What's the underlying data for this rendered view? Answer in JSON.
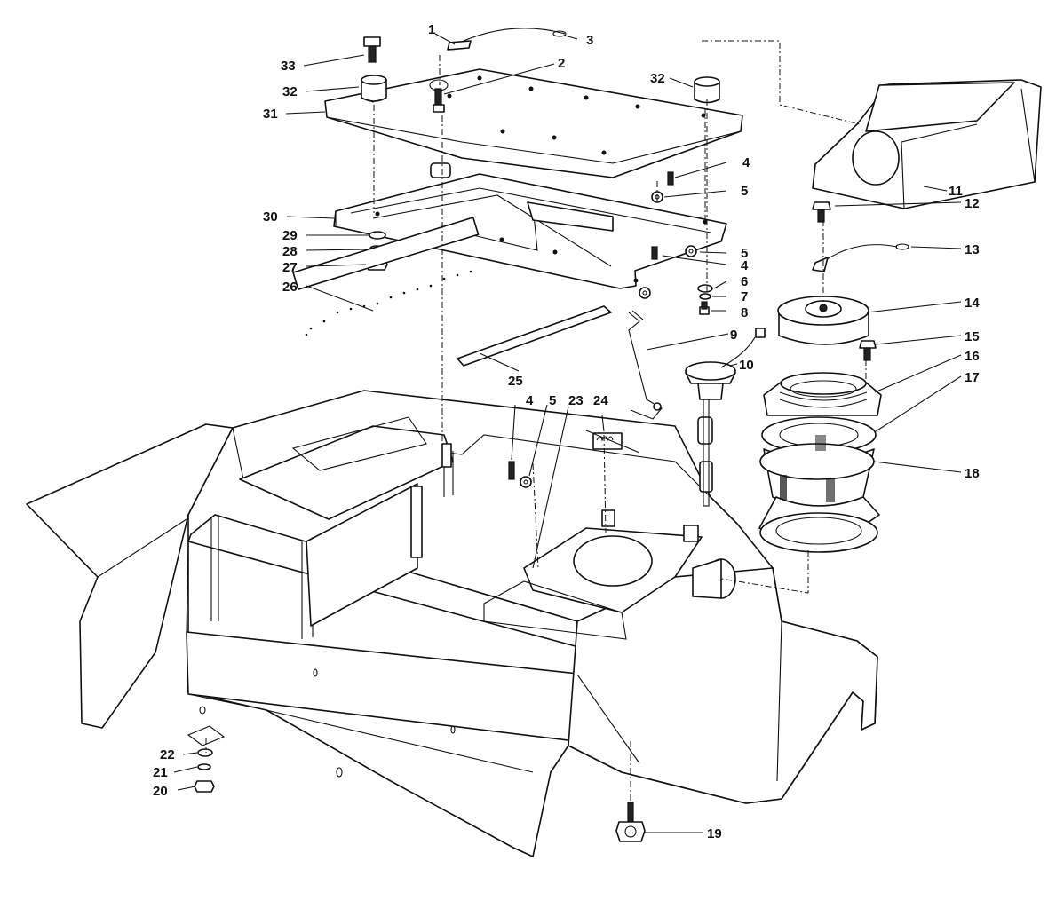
{
  "parts": [
    {
      "key": "p1",
      "number": "1"
    },
    {
      "key": "p2",
      "number": "2"
    },
    {
      "key": "p3",
      "number": "3"
    },
    {
      "key": "p4a",
      "number": "4"
    },
    {
      "key": "p4b",
      "number": "4"
    },
    {
      "key": "p4c",
      "number": "4"
    },
    {
      "key": "p5a",
      "number": "5"
    },
    {
      "key": "p5b",
      "number": "5"
    },
    {
      "key": "p5c",
      "number": "5"
    },
    {
      "key": "p6",
      "number": "6"
    },
    {
      "key": "p7",
      "number": "7"
    },
    {
      "key": "p8",
      "number": "8"
    },
    {
      "key": "p9",
      "number": "9"
    },
    {
      "key": "p10",
      "number": "10"
    },
    {
      "key": "p11",
      "number": "11"
    },
    {
      "key": "p12",
      "number": "12"
    },
    {
      "key": "p13",
      "number": "13"
    },
    {
      "key": "p14",
      "number": "14"
    },
    {
      "key": "p15",
      "number": "15"
    },
    {
      "key": "p16",
      "number": "16"
    },
    {
      "key": "p17",
      "number": "17"
    },
    {
      "key": "p18",
      "number": "18"
    },
    {
      "key": "p19",
      "number": "19"
    },
    {
      "key": "p20",
      "number": "20"
    },
    {
      "key": "p21",
      "number": "21"
    },
    {
      "key": "p22",
      "number": "22"
    },
    {
      "key": "p23",
      "number": "23"
    },
    {
      "key": "p24",
      "number": "24"
    },
    {
      "key": "p25",
      "number": "25"
    },
    {
      "key": "p26",
      "number": "26"
    },
    {
      "key": "p27",
      "number": "27"
    },
    {
      "key": "p28",
      "number": "28"
    },
    {
      "key": "p29",
      "number": "29"
    },
    {
      "key": "p30",
      "number": "30"
    },
    {
      "key": "p31",
      "number": "31"
    },
    {
      "key": "p32a",
      "number": "32"
    },
    {
      "key": "p32b",
      "number": "32"
    },
    {
      "key": "p33",
      "number": "33"
    }
  ]
}
